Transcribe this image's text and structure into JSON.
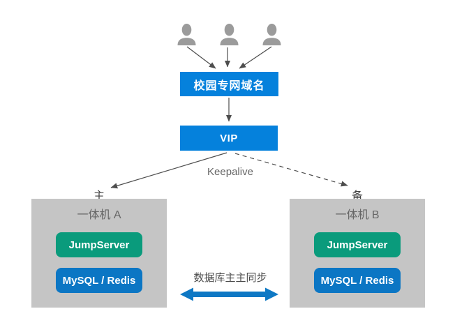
{
  "diagram": {
    "users": {
      "icon": "person-icon",
      "count": 3
    },
    "domain_box": {
      "label": "校园专网域名"
    },
    "vip_box": {
      "label": "VIP"
    },
    "keepalive": {
      "label": "Keepalive"
    },
    "sync": {
      "label": "数据库主主同步"
    },
    "nodes": [
      {
        "role": "主",
        "title": "一体机 A",
        "components": [
          {
            "label": "JumpServer"
          },
          {
            "label": "MySQL / Redis"
          }
        ]
      },
      {
        "role": "备",
        "title": "一体机 B",
        "components": [
          {
            "label": "JumpServer"
          },
          {
            "label": "MySQL / Redis"
          }
        ]
      }
    ],
    "colors": {
      "box_blue": "#0581DC",
      "component_green": "#0A9B7C",
      "component_blue": "#0B76C4",
      "node_gray": "#C5C5C5",
      "sync_arrow_blue": "#0E78C4",
      "line_gray": "#4D4D4D",
      "user_gray": "#9B9B9B"
    }
  }
}
